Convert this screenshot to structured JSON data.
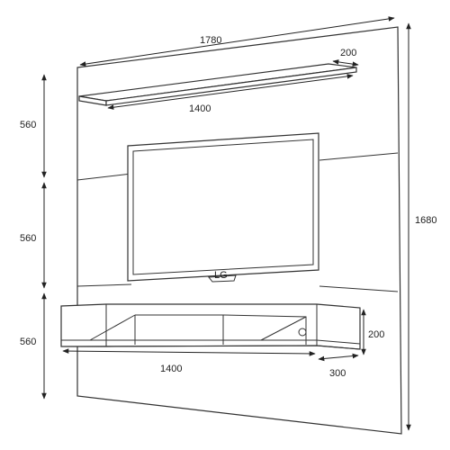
{
  "dimensions": {
    "panel_width": "1780",
    "panel_height": "1680",
    "shelf_depth": "200",
    "shelf_width": "1400",
    "segment_top": "560",
    "segment_middle": "560",
    "segment_bottom": "560",
    "console_height": "200",
    "console_width": "1400",
    "console_depth": "300"
  },
  "tv": {
    "brand_text": "LG"
  },
  "colors": {
    "line": "#333333",
    "panel": "#ffffff"
  }
}
